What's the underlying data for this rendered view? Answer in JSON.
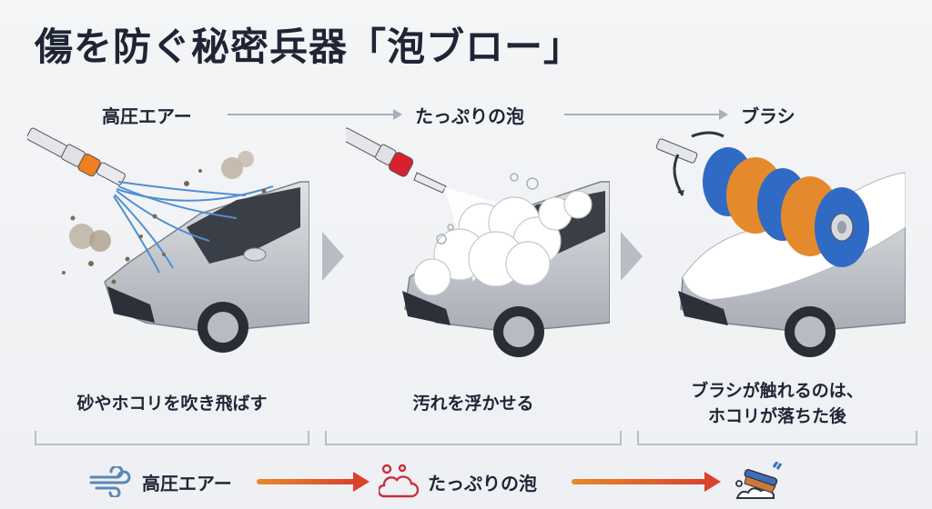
{
  "title": "傷を防ぐ秘密兵器「泡ブロー」",
  "steps": [
    {
      "label": "高圧エアー",
      "caption": "砂やホコリを吹き飛ばす",
      "nozzle_color": "#f07f22",
      "icon": "air-nozzle"
    },
    {
      "label": "たっぷりの泡",
      "caption": "汚れを浮かせる",
      "nozzle_color": "#d8202e",
      "icon": "foam-nozzle"
    },
    {
      "label": "ブラシ",
      "caption_line1": "ブラシが触れるのは、",
      "caption_line2": "ホコリが落ちた後",
      "icon": "rotating-brush"
    }
  ],
  "bottom_flow": [
    {
      "label": "高圧エアー",
      "icon": "wind-icon",
      "color": "#5b87b5"
    },
    {
      "label": "たっぷりの泡",
      "icon": "cloud-bubbles-icon",
      "color": "#c9303c"
    },
    {
      "label": "",
      "icon": "brush-foam-icon",
      "color": "#3f6fb6"
    }
  ],
  "colors": {
    "text": "#1f2535",
    "flow_line": "#a9afb8",
    "chevron": "#b8bdc5",
    "arrow_start": "#e7892a",
    "arrow_end": "#d9422b",
    "brush_blue": "#2f6bc4",
    "brush_orange": "#e58a2c",
    "car_body": "#c9ccd1"
  }
}
